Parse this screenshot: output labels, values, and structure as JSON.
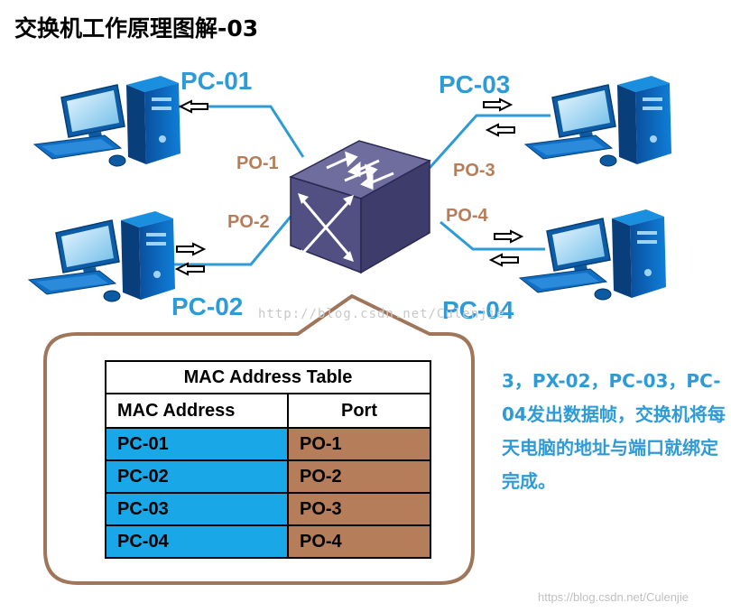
{
  "title": "交换机工作原理图解-03",
  "pcs": [
    {
      "id": "pc1",
      "label": "PC-01"
    },
    {
      "id": "pc2",
      "label": "PC-02"
    },
    {
      "id": "pc3",
      "label": "PC-03"
    },
    {
      "id": "pc4",
      "label": "PC-04"
    }
  ],
  "ports": [
    {
      "label": "PO-1"
    },
    {
      "label": "PO-2"
    },
    {
      "label": "PO-3"
    },
    {
      "label": "PO-4"
    }
  ],
  "mac_table": {
    "title": "MAC Address Table",
    "headers": [
      "MAC Address",
      "Port"
    ],
    "rows": [
      {
        "mac": "PC-01",
        "port": "PO-1"
      },
      {
        "mac": "PC-02",
        "port": "PO-2"
      },
      {
        "mac": "PC-03",
        "port": "PO-3"
      },
      {
        "mac": "PC-04",
        "port": "PO-4"
      }
    ]
  },
  "note": "3，PX-02，PC-03，PC-04发出数据帧，交换机将每天电脑的地址与端口就绑定完成。",
  "watermark_center": "http://blog.csdn.net/Culenjie",
  "watermark_corner": "https://blog.csdn.net/Culenjie",
  "colors": {
    "pc_label": "#2e9bd6",
    "port_label": "#b57d5a",
    "link": "#2e9bd6",
    "mac_cell": "#1aa7e8",
    "port_cell": "#b57d5a",
    "bubble_border": "#a0765a",
    "switch_top": "#6f6c9e",
    "switch_front": "#525083"
  }
}
